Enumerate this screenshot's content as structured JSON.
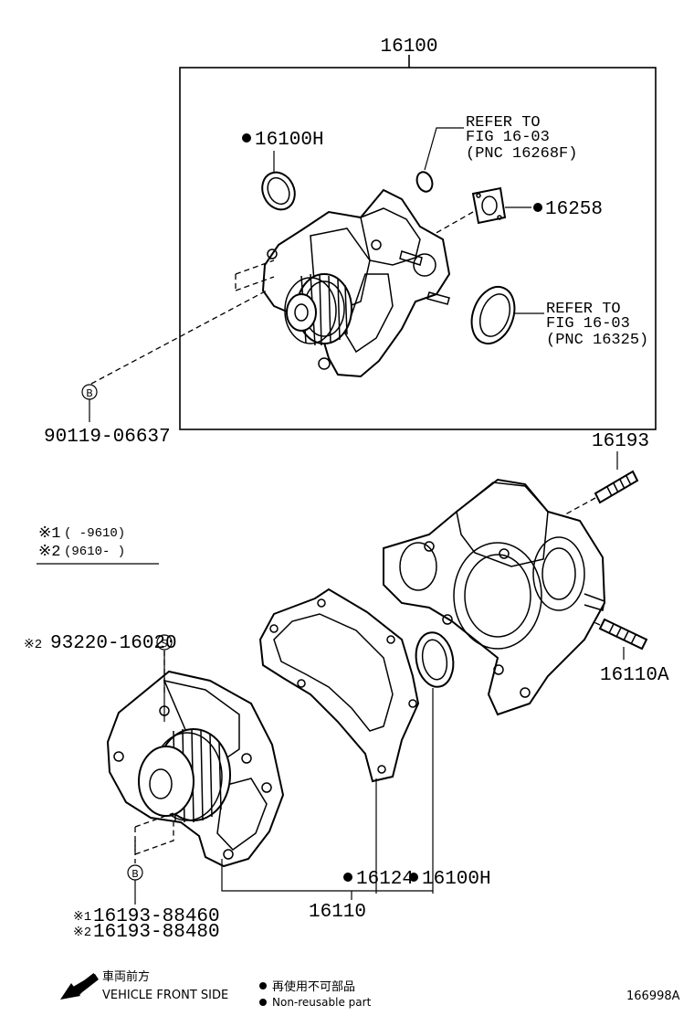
{
  "labels": {
    "assembly_top": "16100",
    "oring_top": "16100H",
    "refer1_line1": "REFER TO",
    "refer1_line2": "FIG 16-03",
    "refer1_line3": "(PNC 16268F)",
    "gasket_top": "16258",
    "refer2_line1": "REFER TO",
    "refer2_line2": "FIG 16-03",
    "refer2_line3": "(PNC 16325)",
    "bolt_top": "90119-06637",
    "stud_upper": "16193",
    "stud_lower": "16110A",
    "gasket_bottom": "16124",
    "oring_bottom": "16100H",
    "pump_bottom": "16110",
    "plug": "93220-16020",
    "bolt_bottom_1": "16193-88460",
    "bolt_bottom_2": "16193-88480",
    "figure_id": "166998A"
  },
  "legend_notes": {
    "note1_mark": "※1",
    "note1_range": "(     -9610)",
    "note2_mark": "※2",
    "note2_range": "(9610-      )",
    "plug_mark": "※2",
    "bolt1_mark": "※1",
    "bolt2_mark": "※2"
  },
  "symbols": {
    "bolt_marker": "B",
    "plug_marker": "S"
  },
  "footer": {
    "front_jp": "車両前方",
    "front_en": "VEHICLE FRONT SIDE",
    "nonreuse_jp": "再使用不可部品",
    "nonreuse_en": "Non-reusable part"
  }
}
